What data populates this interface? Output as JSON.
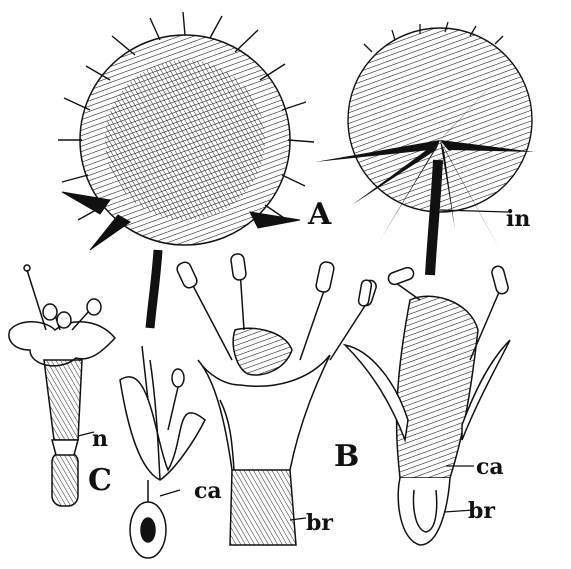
{
  "labels": {
    "A": "A",
    "in": "in",
    "B": "B",
    "C": "C",
    "n": "n",
    "ca_left": "ca",
    "ca_right": "ca",
    "br_middle": "br",
    "br_right": "br"
  },
  "colors": {
    "ink": "#111111",
    "paper": "#ffffff"
  }
}
